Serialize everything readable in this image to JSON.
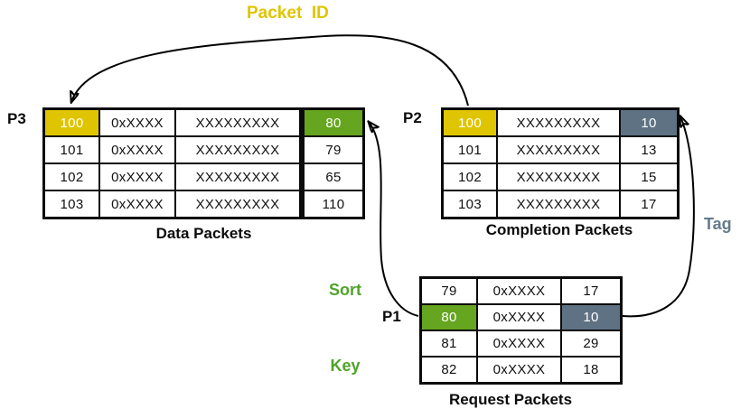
{
  "labels": {
    "packet_id": "Packet  ID",
    "sort": "Sort",
    "key": "Key",
    "tag": "Tag",
    "p1": "P1",
    "p2": "P2",
    "p3": "P3"
  },
  "colors": {
    "packet_id_yellow": "#dfc500",
    "sort_key_green": "#65a51f",
    "sort_key_label": "#4fa32b",
    "tag_slate": "#5e7284",
    "tag_label": "#657a8d",
    "arrow": "#000000"
  },
  "tables": {
    "data_packets": {
      "caption": "Data Packets",
      "rows": [
        [
          "100",
          "0xXXXX",
          "XXXXXXXXX"
        ],
        [
          "101",
          "0xXXXX",
          "XXXXXXXXX"
        ],
        [
          "102",
          "0xXXXX",
          "XXXXXXXXX"
        ],
        [
          "103",
          "0xXXXX",
          "XXXXXXXXX"
        ]
      ]
    },
    "sort_key_column": {
      "rows": [
        "80",
        "79",
        "65",
        "110"
      ]
    },
    "completion_packets": {
      "caption": "Completion Packets",
      "rows": [
        [
          "100",
          "XXXXXXXXX",
          "10"
        ],
        [
          "101",
          "XXXXXXXXX",
          "13"
        ],
        [
          "102",
          "XXXXXXXXX",
          "15"
        ],
        [
          "103",
          "XXXXXXXXX",
          "17"
        ]
      ]
    },
    "request_packets": {
      "caption": "Request Packets",
      "rows": [
        [
          "79",
          "0xXXXX",
          "17"
        ],
        [
          "80",
          "0xXXXX",
          "10"
        ],
        [
          "81",
          "0xXXXX",
          "29"
        ],
        [
          "82",
          "0xXXXX",
          "18"
        ]
      ]
    }
  }
}
